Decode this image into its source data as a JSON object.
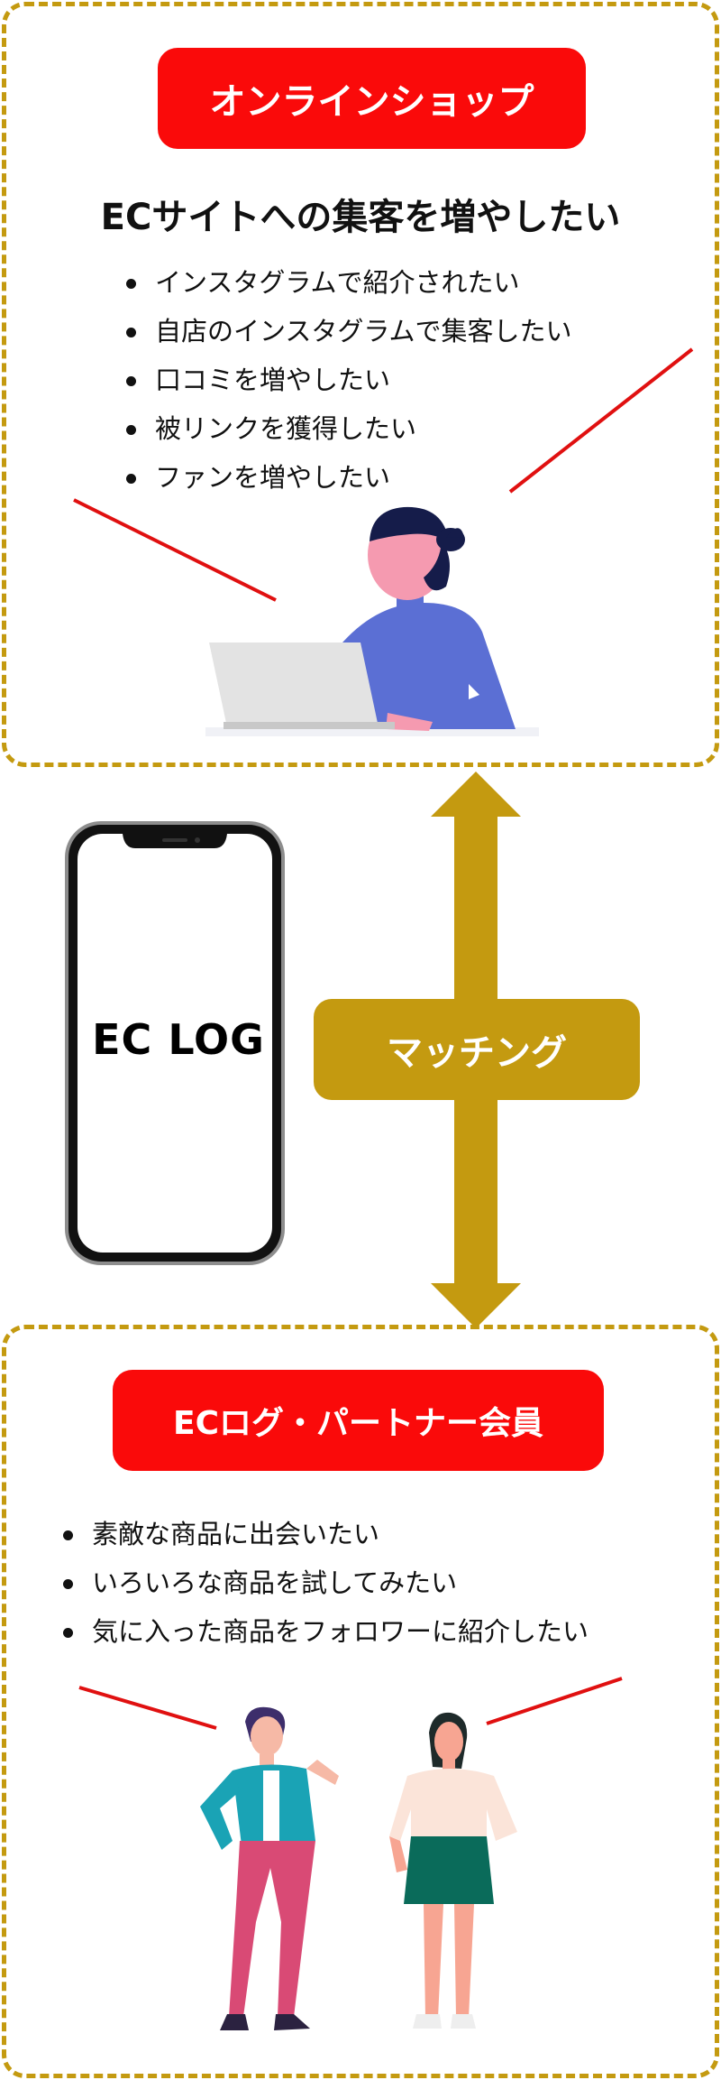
{
  "online_shop": {
    "badge": "オンラインショップ",
    "heading": "ECサイトへの集客を増やしたい",
    "items": [
      "インスタグラムで紹介されたい",
      "自店のインスタグラムで集客したい",
      "口コミを増やしたい",
      "被リンクを獲得したい",
      "ファンを増やしたい"
    ]
  },
  "matching": {
    "label": "マッチング"
  },
  "phone": {
    "screen_text": "EC LOG"
  },
  "partner": {
    "badge": "ECログ・パートナー会員",
    "items": [
      "素敵な商品に出会いたい",
      "いろいろな商品を試してみたい",
      "気に入った商品をフォロワーに紹介したい"
    ]
  },
  "colors": {
    "accent_red": "#fa0a0a",
    "gold": "#c49a10",
    "border_gold": "#c49a10"
  }
}
